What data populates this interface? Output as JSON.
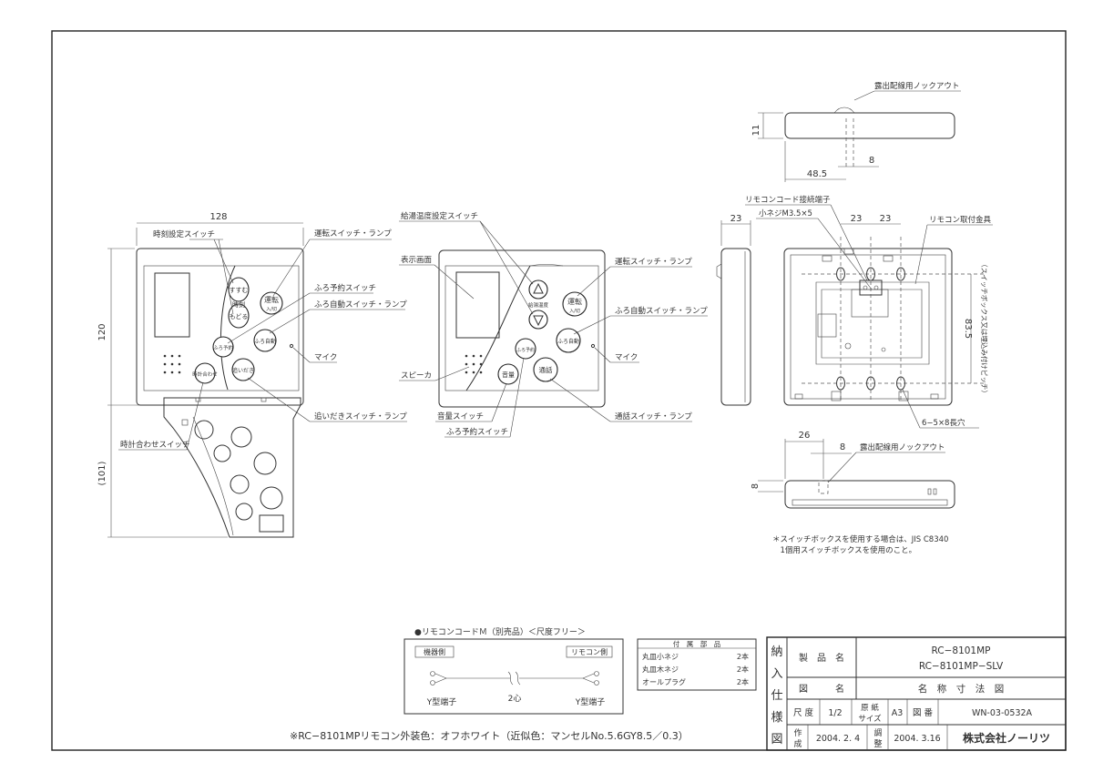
{
  "drawing": {
    "front_view": {
      "width_dim": "128",
      "height_dim": "120",
      "cover_dim": "(101)",
      "labels": {
        "time_set_switch": "時刻設定スイッチ",
        "run_switch_lamp": "運転スイッチ・ランプ",
        "bath_timer_switch": "ふろ予約スイッチ",
        "bath_auto_switch_lamp": "ふろ自動スイッチ・ランプ",
        "mic": "マイク",
        "reheat_switch_lamp": "追いだきスイッチ・ランプ",
        "clock_adjust_switch": "時計合わせスイッチ"
      },
      "buttons": {
        "advance": "すすむ",
        "time": "時刻",
        "back": "もどる",
        "run": "運転",
        "run_sub": "入/切",
        "bath_auto": "ふろ自動",
        "bath_timer": "ふろ予約",
        "clock": "時計合わせ",
        "reheat": "追いだき"
      }
    },
    "middle_view": {
      "labels": {
        "water_temp_switch": "給湯温度設定スイッチ",
        "display": "表示画面",
        "run_switch_lamp": "運転スイッチ・ランプ",
        "bath_auto_switch_lamp": "ふろ自動スイッチ・ランプ",
        "mic": "マイク",
        "speaker": "スピーカ",
        "volume_switch": "音量スイッチ",
        "bath_timer_switch": "ふろ予約スイッチ",
        "call_switch_lamp": "通話スイッチ・ランプ"
      },
      "buttons": {
        "water_temp": "給湯温度",
        "run": "運転",
        "run_sub": "入/切",
        "bath_auto": "ふろ自動",
        "bath_timer": "ふろ予約",
        "volume": "音量",
        "call": "通話"
      }
    },
    "top_view": {
      "label": "露出配線用ノックアウト",
      "dim_height": "11",
      "dim_width": "48.5",
      "dim_knockout": "8"
    },
    "side_view": {
      "dim_depth": "23"
    },
    "back_view": {
      "cord_terminal": "リモコンコード接続端子",
      "screw": "小ネジM3.5×5",
      "bracket": "リモコン取付金具",
      "dim_a": "23",
      "dim_b": "23",
      "dim_pitch": "83.5",
      "pitch_note": "（スイッチボックス又は埋込み付けピッチ）",
      "slot": "6−5×8長穴"
    },
    "bottom_view": {
      "label": "露出配線用ノックアウト",
      "dim_width": "26",
      "dim_knockout": "8",
      "dim_height": "8"
    },
    "note_line1": "＊スイッチボックスを使用する場合は、JIS C8340",
    "note_line2": "　1個用スイッチボックスを使用のこと。",
    "cord_box": {
      "title": "●リモコンコードＭ（別売品）＜尺度フリー＞",
      "device_side": "機器側",
      "remote_side": "リモコン側",
      "core": "2心",
      "terminal_left": "Y型端子",
      "terminal_right": "Y型端子"
    },
    "parts": {
      "title": "付　属　部　品",
      "rows": [
        {
          "name": "丸皿小ネジ",
          "qty": "2本"
        },
        {
          "name": "丸皿木ネジ",
          "qty": "2本"
        },
        {
          "name": "オールプラグ",
          "qty": "2本"
        }
      ]
    },
    "footer_note": "※RC−8101MPリモコン外装色：オフホワイト（近似色：マンセルNo.5.6GY8.5／0.3）"
  },
  "title_block": {
    "side_chars": [
      "納",
      "入",
      "仕",
      "様",
      "図"
    ],
    "product_name_label": "製　品　名",
    "product_name_1": "RC−8101MP",
    "product_name_2": "RC−8101MP−SLV",
    "drawing_name_label": "図　　　名",
    "drawing_name": "名　称　寸　法　図",
    "scale_label": "尺 度",
    "scale": "1/2",
    "paper_label_1": "原 紙",
    "paper_label_2": "サイズ",
    "paper": "A3",
    "drawing_no_label": "図 番",
    "drawing_no": "WN-03-0532A",
    "made_label_1": "作",
    "made_label_2": "成",
    "made_date": "2004. 2. 4",
    "checked_label_1": "調",
    "checked_label_2": "整",
    "checked_date": "2004. 3.16",
    "company": "株式会社ノーリツ"
  }
}
